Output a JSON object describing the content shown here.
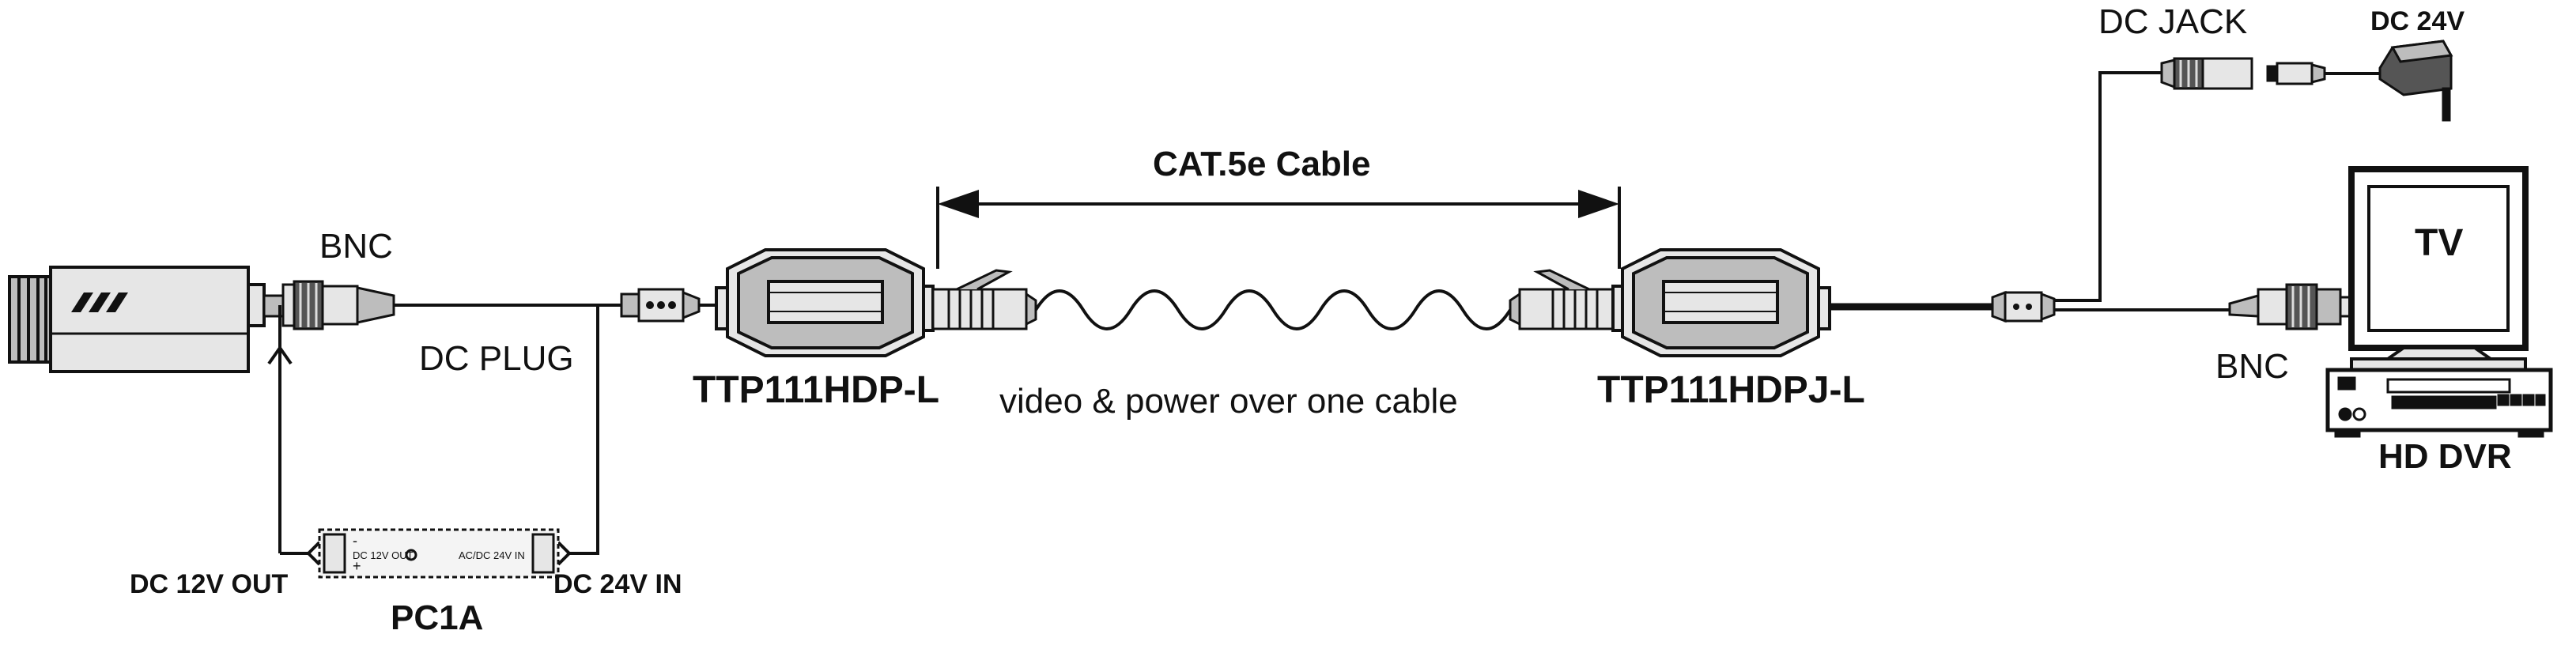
{
  "labels": {
    "bnc_left": "BNC",
    "dc_plug": "DC PLUG",
    "transmitter_model": "TTP111HDP-L",
    "cable_type": "CAT.5e Cable",
    "cable_caption": "video & power over one cable",
    "receiver_model": "TTP111HDPJ-L",
    "dc_jack": "DC JACK",
    "dc_24v": "DC 24V",
    "tv": "TV",
    "bnc_right": "BNC",
    "hd_dvr": "HD DVR",
    "dc_12v_out": "DC 12V OUT",
    "dc_24v_in": "DC 24V IN",
    "power_module": "PC1A"
  },
  "power_module_face": {
    "out_label": "DC 12V OUT",
    "in_label": "AC/DC 24V IN",
    "minus": "-",
    "plus": "+"
  },
  "colors": {
    "line": "#111111",
    "fill_light": "#e6e6e6",
    "fill_mid": "#bdbdbd",
    "fill_dark": "#555555"
  }
}
